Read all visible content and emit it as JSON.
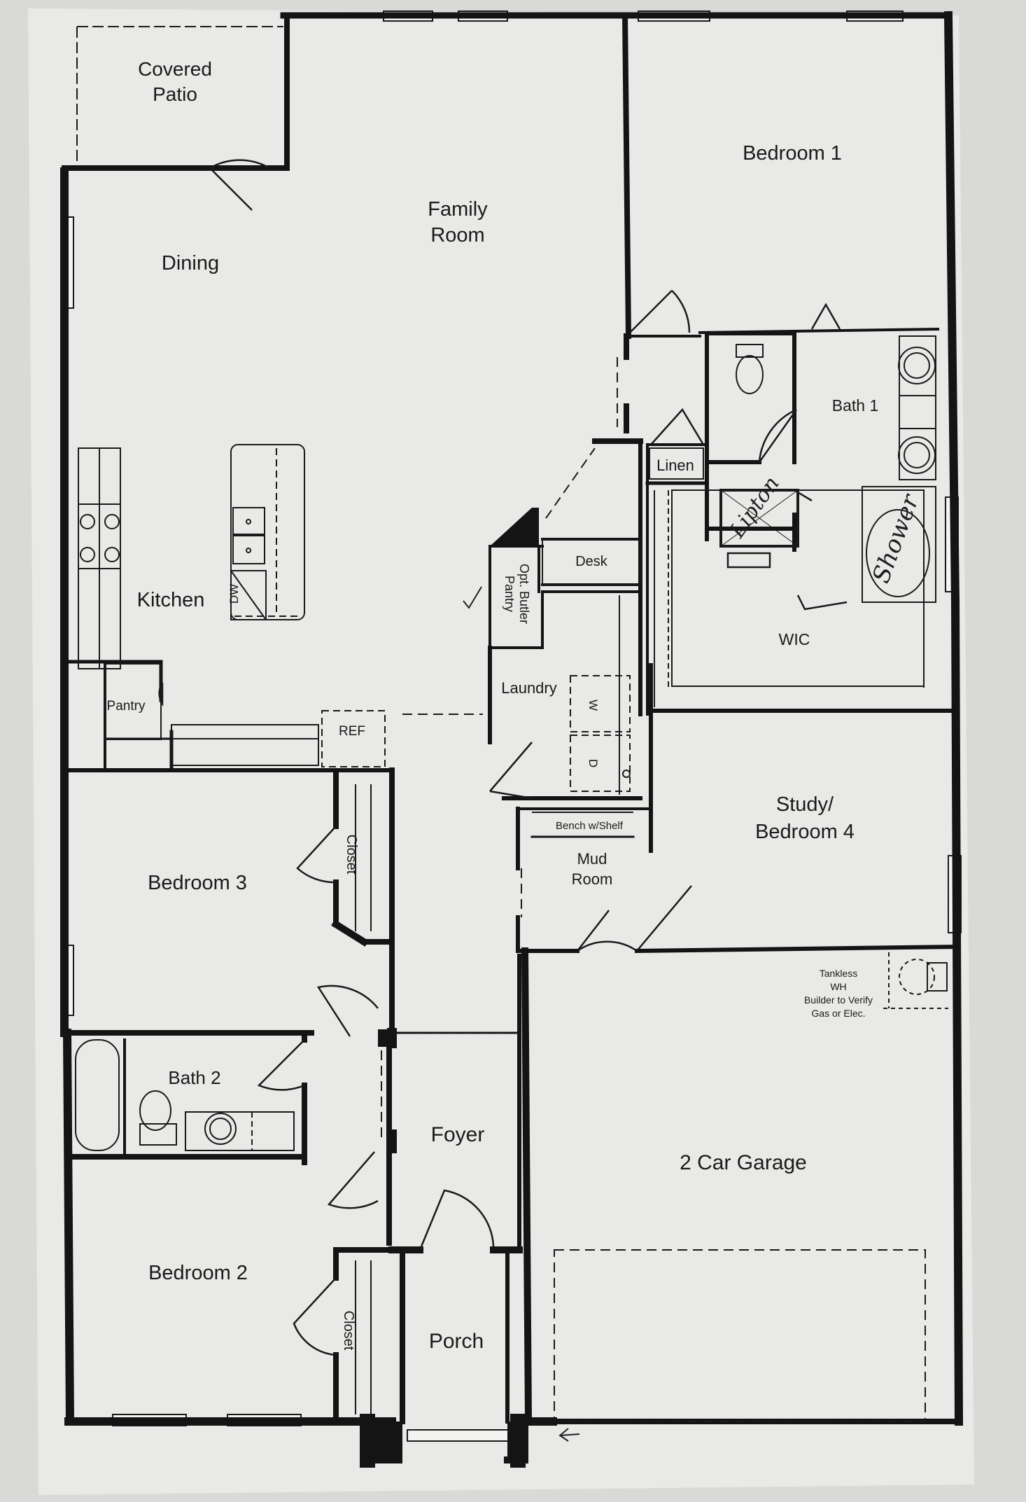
{
  "rooms": {
    "covered_patio": [
      "Covered",
      "Patio"
    ],
    "bedroom_1": "Bedroom 1",
    "family_room": [
      "Family",
      "Room"
    ],
    "dining": "Dining",
    "kitchen": "Kitchen",
    "bath_1": "Bath 1",
    "linen": "Linen",
    "desk": "Desk",
    "butler_pantry": [
      "Opt. Butler",
      "Pantry"
    ],
    "laundry": "Laundry",
    "wic": "WIC",
    "pantry": "Pantry",
    "ref": "REF",
    "dishwasher": "DW",
    "washer": "W",
    "dryer": "D",
    "bedroom_3": "Bedroom 3",
    "closet_upper": "Closet",
    "bench": "Bench w/Shelf",
    "mud_room": [
      "Mud",
      "Room"
    ],
    "study": [
      "Study/",
      "Bedroom 4"
    ],
    "tankless": [
      "Tankless",
      "WH",
      "Builder to Verify",
      "Gas or Elec."
    ],
    "bath_2": "Bath 2",
    "foyer": "Foyer",
    "garage": "2 Car Garage",
    "bedroom_2": "Bedroom 2",
    "closet_lower": "Closet",
    "porch": "Porch"
  },
  "handwriting": {
    "lipton": "Lipton",
    "shower": "Shower"
  }
}
